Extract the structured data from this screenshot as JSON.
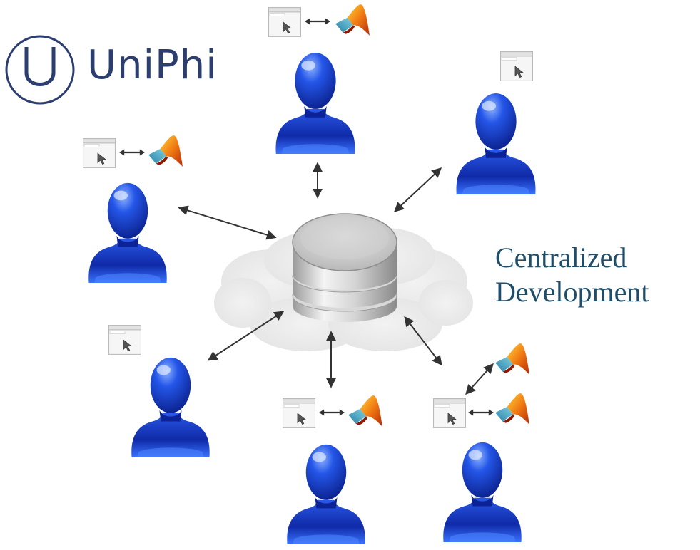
{
  "logo": {
    "brand": "UniPhi",
    "colors": {
      "ring": "#2c3e70",
      "text": "#2c3e70"
    }
  },
  "caption": {
    "line1": "Centralized",
    "line2": "Development"
  },
  "diagram": {
    "center": "database-in-cloud",
    "nodes": [
      {
        "id": "user-top",
        "apps": [
          "app-window",
          "matlab-logo"
        ]
      },
      {
        "id": "user-top-right",
        "apps": [
          "app-window"
        ]
      },
      {
        "id": "user-left",
        "apps": [
          "app-window",
          "matlab-logo"
        ]
      },
      {
        "id": "user-bottom-left",
        "apps": [
          "app-window"
        ]
      },
      {
        "id": "user-bottom-center",
        "apps": [
          "app-window",
          "matlab-logo"
        ]
      },
      {
        "id": "user-bottom-right",
        "apps": [
          "app-window",
          "matlab-logo",
          "matlab-logo"
        ]
      }
    ],
    "colors": {
      "person": "#1a3fd0",
      "arrow": "#333333",
      "cloud": "#eeeeee",
      "database": "#c8c8c8"
    }
  }
}
